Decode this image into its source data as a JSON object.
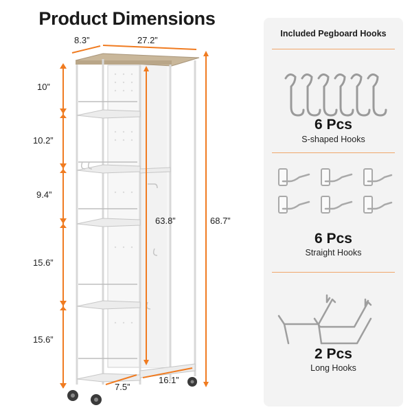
{
  "title": "Product Dimensions",
  "dimensions": {
    "depth": "8.3”",
    "width": "27.2”",
    "shelf_1": "10”",
    "shelf_2": "10.2”",
    "shelf_3": "9.4”",
    "shelf_4": "15.6”",
    "shelf_5": "15.6”",
    "pegboard_height": "63.8”",
    "total_height": "68.7”",
    "bottom_depth": "7.5”",
    "bottom_width": "16.1”"
  },
  "panel": {
    "heading": "Included Pegboard Hooks",
    "s_hooks": {
      "count": "6 Pcs",
      "label": "S-shaped Hooks"
    },
    "straight_hooks": {
      "count": "6 Pcs",
      "label": "Straight Hooks"
    },
    "long_hooks": {
      "count": "2 Pcs",
      "label": "Long Hooks"
    }
  },
  "colors": {
    "accent": "#f07b20",
    "panel_bg": "#f3f3f3",
    "top_wood": "#c9b79a"
  }
}
